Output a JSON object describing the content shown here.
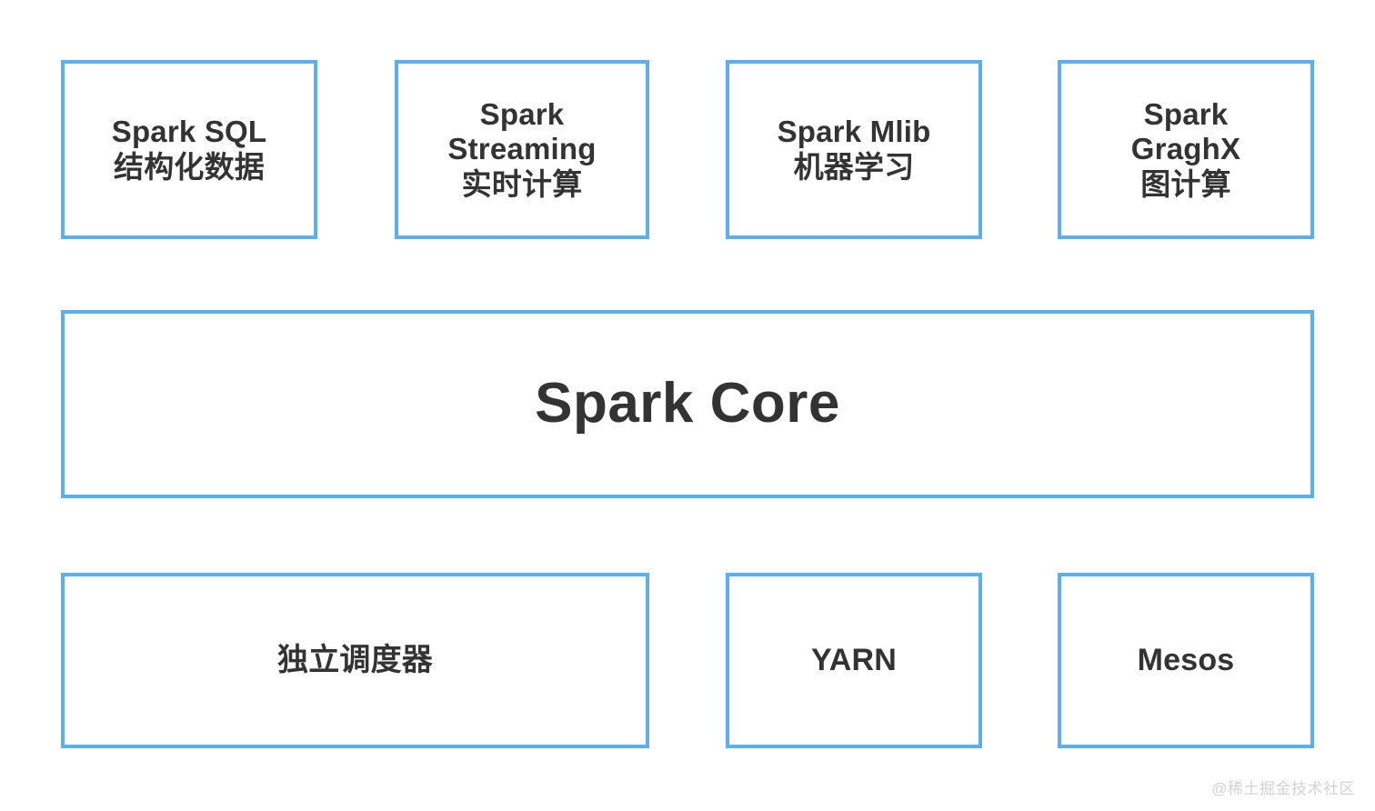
{
  "diagram": {
    "title": "Spark Core",
    "accent_color": "#5bafee",
    "text_color": "#333333",
    "background_color": "#ffffff",
    "layers": {
      "top": {
        "name": "component-layer",
        "boxes": [
          {
            "id": "spark-sql",
            "label": "Spark SQL\n结构化数据"
          },
          {
            "id": "spark-streaming",
            "label": "Spark\nStreaming\n实时计算"
          },
          {
            "id": "spark-mlib",
            "label": "Spark Mlib\n机器学习"
          },
          {
            "id": "spark-graghx",
            "label": "Spark\nGraghX\n图计算"
          }
        ]
      },
      "core": {
        "name": "core-layer",
        "box": {
          "id": "spark-core",
          "label": "Spark Core"
        }
      },
      "bottom": {
        "name": "scheduler-layer",
        "boxes": [
          {
            "id": "standalone-scheduler",
            "label": "独立调度器"
          },
          {
            "id": "yarn",
            "label": "YARN"
          },
          {
            "id": "mesos",
            "label": "Mesos"
          }
        ]
      }
    }
  },
  "watermark": {
    "text": "@稀土掘金技术社区"
  }
}
